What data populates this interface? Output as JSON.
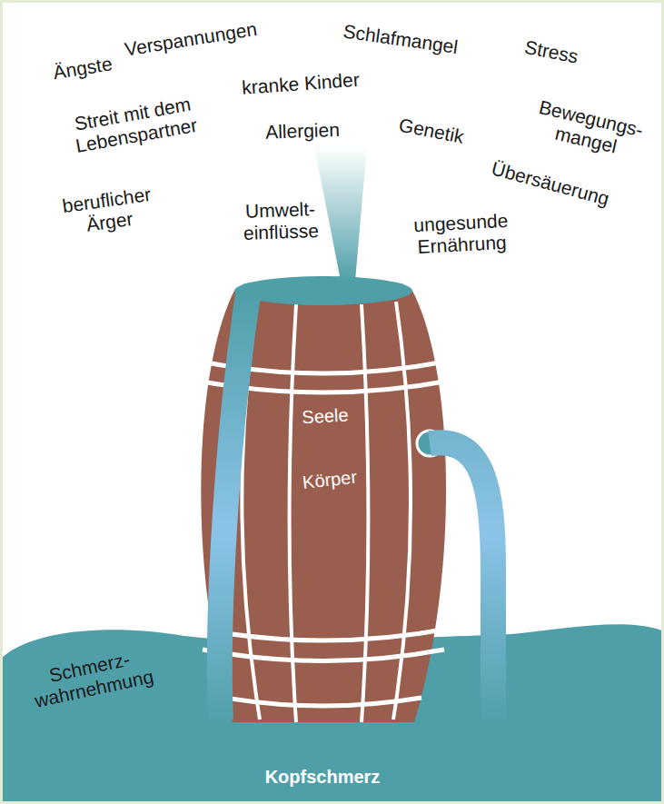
{
  "diagram": {
    "nodes": [
      {
        "text": [
          "Seele",
          "Körper"
        ]
      },
      {
        "text": [
          "Schmerz- wahrnehmung",
          "Kopfschmerz"
        ]
      }
    ],
    "edges": [
      {
        "from": 0,
        "to": 1,
        "arrow": "none"
      },
      {
        "from": 0,
        "to": 1,
        "arrow": "none"
      }
    ],
    "labels": [
      "Ängste",
      "Verspannungen",
      "Schlafmangel",
      "Stress",
      "kranke Kinder",
      "Streit mit dem Lebenspartner",
      "Allergien",
      "Genetik",
      "Bewegungs- mangel",
      "Übersäuerung",
      "beruflicher Ärger",
      "Umwelt- einflüsse",
      "ungesunde Ernährung"
    ]
  }
}
